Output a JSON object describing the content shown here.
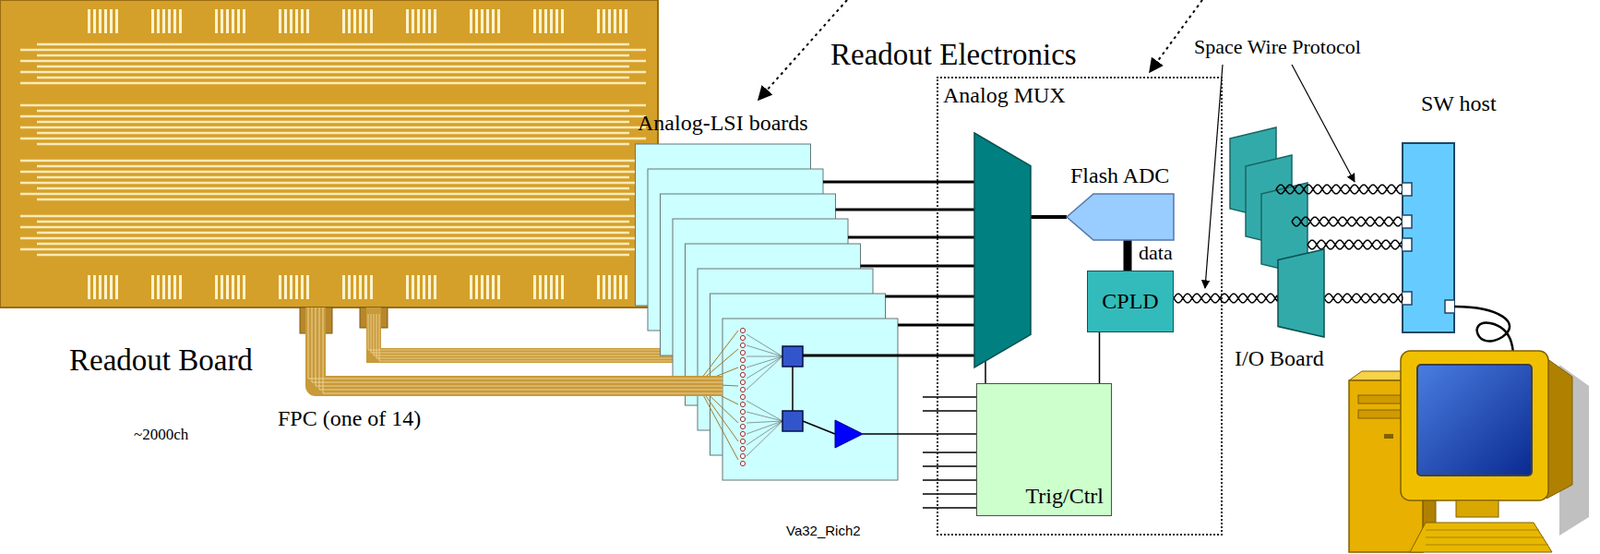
{
  "diagram": {
    "nodes": [
      {
        "text": [
          "Readout Board"
        ]
      },
      {
        "text": [
          "Analog-LSI boards"
        ]
      },
      {
        "text": [
          "Readout Electronics"
        ]
      },
      {
        "text": [
          "Analog MUX"
        ],
        "in": 2
      },
      {
        "text": [
          "Flash ADC"
        ],
        "in": 2
      },
      {
        "text": [
          "CPLD"
        ],
        "in": 2
      },
      {
        "text": [
          "Trig/Ctrl"
        ],
        "in": 2
      },
      {
        "text": [
          "I/O Board"
        ]
      },
      {
        "text": [
          "SW host"
        ]
      }
    ],
    "edges": [
      {
        "from": 0,
        "to": 1,
        "arrow": "none",
        "label": "FPC (one of 14)"
      },
      {
        "from": 1,
        "to": 3,
        "arrow": "none"
      },
      {
        "from": 1,
        "to": 6,
        "arrow": "none"
      },
      {
        "from": 3,
        "to": 4,
        "arrow": "none"
      },
      {
        "from": 4,
        "to": 5,
        "arrow": "none",
        "label": "data"
      },
      {
        "from": 6,
        "to": 3,
        "arrow": "none"
      },
      {
        "from": 6,
        "to": 5,
        "arrow": "none"
      },
      {
        "from": 5,
        "to": 7,
        "arrow": "none"
      },
      {
        "from": 7,
        "to": 8,
        "arrow": "none"
      }
    ],
    "labels": [
      "~2000ch",
      "Va32_Rich2",
      "Space Wire Protocol"
    ]
  }
}
